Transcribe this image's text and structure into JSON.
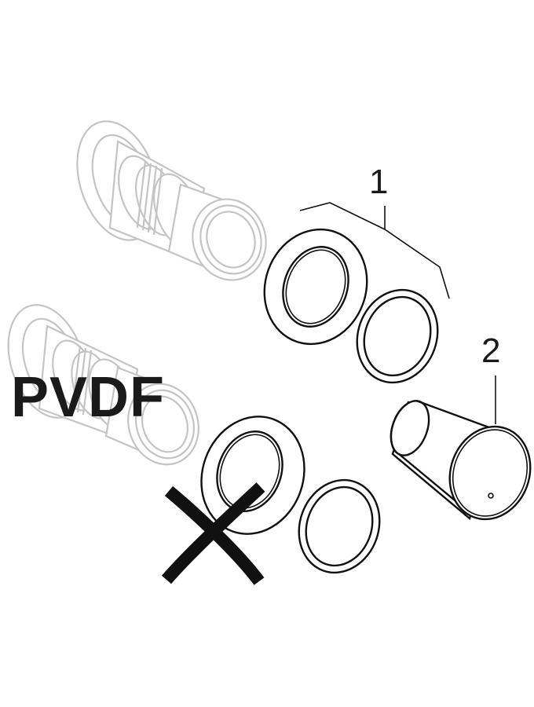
{
  "diagram": {
    "callouts": [
      {
        "id": "1",
        "text": "1"
      },
      {
        "id": "2",
        "text": "2"
      }
    ],
    "material_label": "PVDF",
    "colors": {
      "line": "#111111",
      "ghost": "#c4c4c4",
      "label": "#1a1a1a",
      "background": "#ffffff"
    },
    "icons": {
      "not_applicable_mark": "cross-mark-icon"
    }
  }
}
